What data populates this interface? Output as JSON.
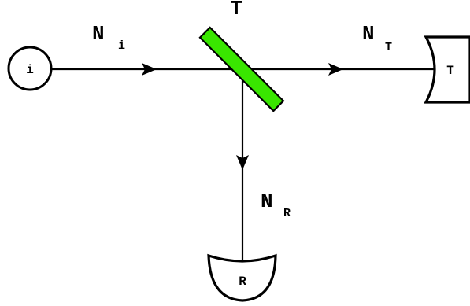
{
  "diagram": {
    "splitter_label": "T",
    "splitter_color": "#39e600",
    "input_node": {
      "label": "i"
    },
    "beams": {
      "incident": {
        "symbol": "N",
        "subscript": "i"
      },
      "transmitted": {
        "symbol": "N",
        "subscript": "T"
      },
      "reflected": {
        "symbol": "N",
        "subscript": "R"
      }
    },
    "detectors": {
      "transmitted": {
        "label": "T"
      },
      "reflected": {
        "label": "R"
      }
    }
  }
}
